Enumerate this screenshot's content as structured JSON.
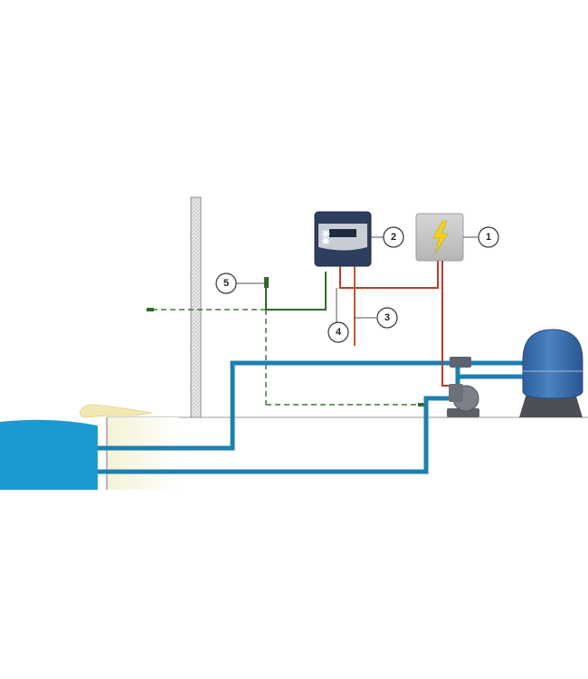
{
  "colors": {
    "pool_water": "#1c9bd0",
    "pipe": "#1e7faf",
    "power_line": "#c0392b",
    "sensor_line": "#2e6b2a",
    "probe_line": "#c0582b",
    "control_box": "#2d3e5e",
    "power_box": "#c7c7c7",
    "filter_tank": "#3a6fae",
    "wall": "#cfcfcf"
  },
  "icons": {
    "control_unit": "snowflake-icon",
    "power_supply": "lightning-bolt-icon"
  },
  "callouts": [
    {
      "id": "1",
      "label": "1"
    },
    {
      "id": "2",
      "label": "2"
    },
    {
      "id": "3",
      "label": "3"
    },
    {
      "id": "4",
      "label": "4"
    },
    {
      "id": "5",
      "label": "5"
    }
  ]
}
